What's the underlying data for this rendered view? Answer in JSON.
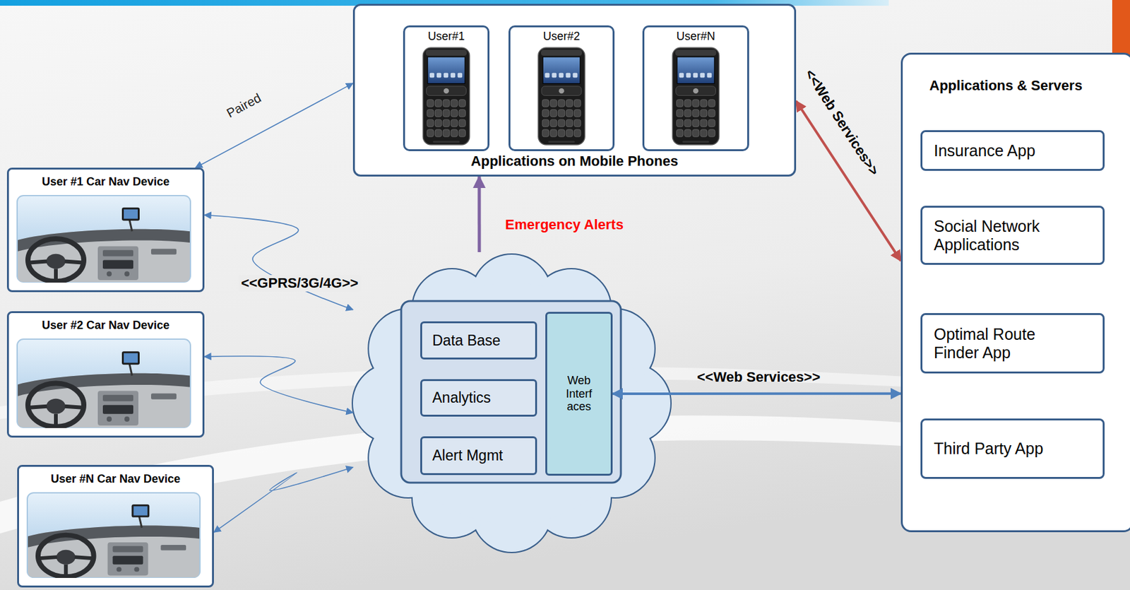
{
  "diagram": {
    "nodes": [
      {
        "text": [
          "Applications on Mobile Phones"
        ]
      },
      {
        "text": [
          "User#1"
        ],
        "in": 0
      },
      {
        "text": [
          "User#2"
        ],
        "in": 0
      },
      {
        "text": [
          "User#N"
        ],
        "in": 0
      },
      {
        "text": [
          "User #1 Car Nav Device"
        ]
      },
      {
        "text": [
          "User #2 Car Nav Device"
        ]
      },
      {
        "text": [
          "User #N Car Nav Device"
        ]
      },
      {
        "text": []
      },
      {
        "text": [
          "Data Base"
        ],
        "in": 7
      },
      {
        "text": [
          "Analytics"
        ],
        "in": 7
      },
      {
        "text": [
          "Alert Mgmt"
        ],
        "in": 7
      },
      {
        "text": [
          "Web Interf aces"
        ],
        "in": 7
      },
      {
        "text": [
          "Applications & Servers"
        ]
      },
      {
        "text": [
          "Insurance App"
        ],
        "in": 12
      },
      {
        "text": [
          "Social Network Applications"
        ],
        "in": 12
      },
      {
        "text": [
          "Optimal Route Finder App"
        ],
        "in": 12
      },
      {
        "text": [
          "Third Party App"
        ],
        "in": 12
      }
    ],
    "edges": [
      {
        "from": 4,
        "to": 0,
        "label": "Paired",
        "arrow": "both"
      },
      {
        "from": 4,
        "to": 7,
        "label": "<<GPRS/3G/4G>>",
        "arrow": "both"
      },
      {
        "from": 5,
        "to": 7,
        "arrow": "both"
      },
      {
        "from": 6,
        "to": 7,
        "arrow": "both"
      },
      {
        "from": 7,
        "to": 0,
        "label": "Emergency Alerts",
        "arrow": "to"
      },
      {
        "from": 11,
        "to": 12,
        "label": "<<Web Services>>",
        "arrow": "both"
      },
      {
        "from": 0,
        "to": 12,
        "label": "<<Web Services>>",
        "arrow": "both"
      }
    ]
  }
}
